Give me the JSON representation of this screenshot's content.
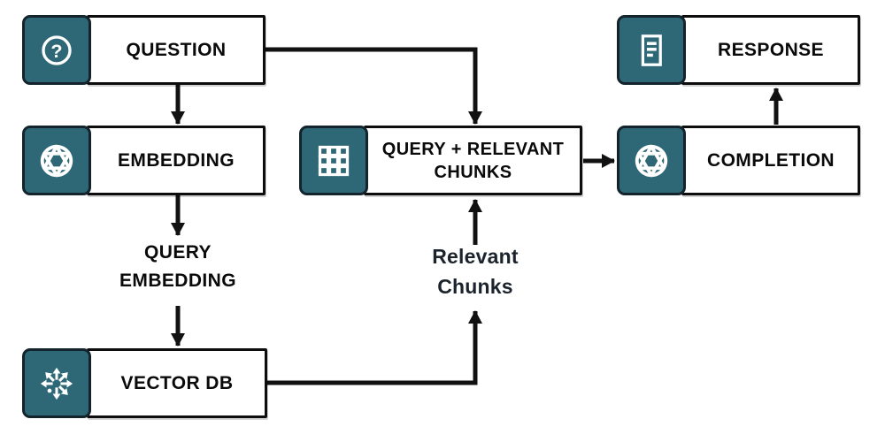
{
  "colors": {
    "icon_background": "#2E6877",
    "icon_border": "#13242C",
    "box_border": "#0d0d0d",
    "arrow": "#111111",
    "background": "#ffffff",
    "text": "#0a0a0a"
  },
  "nodes": {
    "question": {
      "label": "QUESTION",
      "icon": "question-icon"
    },
    "embedding": {
      "label": "EMBEDDING",
      "icon": "openai-icon"
    },
    "vector_db": {
      "label": "VECTOR DB",
      "icon": "vector-scatter-icon"
    },
    "query_relevant_chunks": {
      "line1": "QUERY + RELEVANT",
      "line2": "CHUNKS",
      "icon": "grid-icon"
    },
    "completion": {
      "label": "COMPLETION",
      "icon": "openai-icon"
    },
    "response": {
      "label": "RESPONSE",
      "icon": "document-icon"
    }
  },
  "floating_labels": {
    "query_embedding": {
      "line1": "QUERY",
      "line2": "EMBEDDING"
    },
    "relevant_chunks": {
      "line1": "Relevant",
      "line2": "Chunks"
    }
  },
  "icons": {
    "question_glyph": "?"
  }
}
